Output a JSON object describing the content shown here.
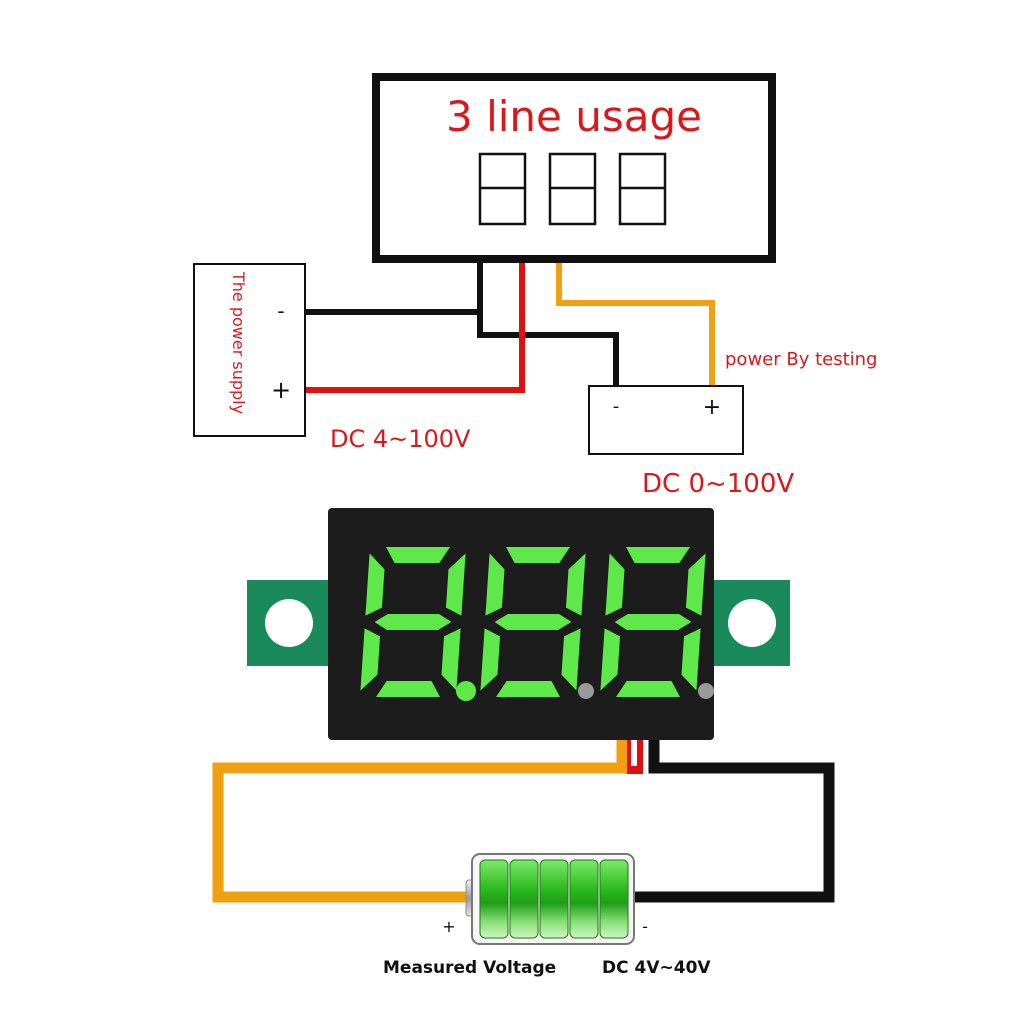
{
  "top_diagram": {
    "title": "3 line usage",
    "power_supply": {
      "label": "The power supply",
      "minus": "-",
      "plus": "+",
      "voltage": "DC 4~100V"
    },
    "load": {
      "label": "power By testing",
      "minus": "-",
      "plus": "+",
      "voltage": "DC 0~100V"
    }
  },
  "meter": {
    "display": "8.88",
    "digit_color": "#5ee84a",
    "board_color": "#1a8a5a",
    "wire_colors": {
      "signal": "#f0a010",
      "power": "#e01010",
      "ground": "#111111"
    }
  },
  "bottom_diagram": {
    "battery_plus": "+",
    "battery_minus": "-",
    "measured_label": "Measured Voltage",
    "range_label": "DC 4V~40V"
  }
}
